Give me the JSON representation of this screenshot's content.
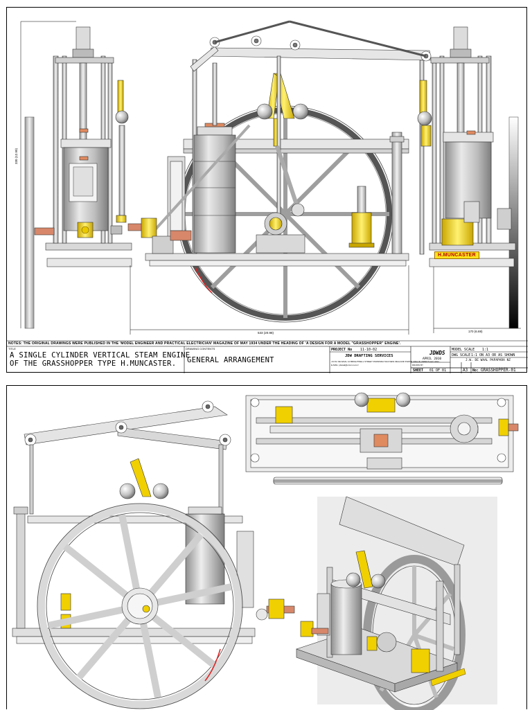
{
  "sheet1": {
    "notes": "NOTES: THE ORIGINAL DRAWINGS WERE PUBLISHED IN THE 'MODEL ENGINEER AND PRACTICAL ELECTRICIAN' MAGAZINE OF MAY 1934 UNDER THE HEADING OF 'A DESIGN FOR A MODEL \"GRASSHOPPER\" ENGINE'.",
    "title_label": "TITLE",
    "title_line1": "A SINGLE CYLINDER VERTICAL STEAM ENGINE",
    "title_line2": "OF THE GRASSHOPPER TYPE H.MUNCASTER.",
    "contents_label": "DRAWING CONTENTS",
    "contents": "GENERAL ARRANGEMENT",
    "project_no_label": "PROJECT No",
    "project_no": "11-10-02",
    "company": "JDW DRAFTING SERVICES",
    "company_addr": "J.D.W. DE WAAL  12 BRIGHTWELL STREET PAPAPARA 5110  NEW ZEALAND  PHONE 0064 09 2988675  FAX 0292...",
    "company_email": "E-MAIL: jdwaal@orcon.net.nz",
    "logo": "JDWDS",
    "date": "APRIL 2010",
    "model_scale_label": "MODEL SCALE",
    "model_scale": "1:1",
    "dwg_scale_label": "DWG SCALE",
    "dwg_scale": "1:1 ON A3 OR AS SHOWN",
    "drawn_label": "DRAWN BY",
    "drawn": "J.W. DE WAAL PAPAPARA NZ",
    "sheet_label": "SHEET",
    "sheet": "01 OF 01",
    "size": "A3",
    "drawing_no_label": "No:",
    "drawing_no": "GRASSHOPPER-01",
    "badge": "H.MUNCASTER",
    "dim_height": "330 (12.99)",
    "dim_width": "533 (20.98)",
    "dim_depth": "170 (6.69)"
  },
  "colors": {
    "brass": "#f5d400",
    "copper": "#d8876a",
    "steel": "#c8c8c8",
    "steel_dark": "#8a8a8a",
    "badge_text": "#b30000"
  }
}
